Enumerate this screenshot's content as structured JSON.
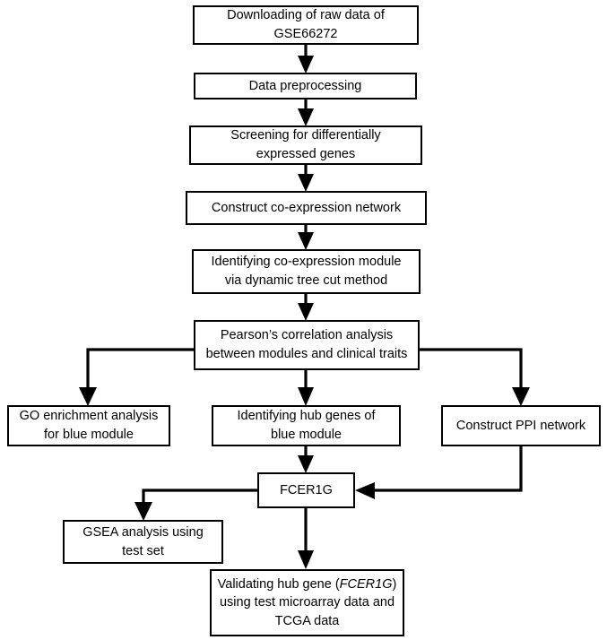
{
  "diagram": {
    "title": "Study workflow flowchart",
    "background_color": "#ffffff",
    "line_color": "#000000",
    "text_color": "#000000"
  },
  "nodes": {
    "download": {
      "label": "Downloading of raw data of\nGSE66272",
      "line1": "Downloading of raw data of",
      "line2": "GSE66272"
    },
    "preprocessing": {
      "label": "Data preprocessing"
    },
    "screening": {
      "label": "Screening for differentially\nexpressed genes",
      "line1": "Screening for differentially",
      "line2": "expressed genes"
    },
    "coexpression_network": {
      "label": "Construct co-expression network"
    },
    "module_identify": {
      "label": "Identifying co-expression module\nvia dynamic tree cut method",
      "line1": "Identifying co-expression module",
      "line2": "via dynamic tree cut method"
    },
    "pearson": {
      "label": "Pearson’s correlation analysis\nbetween modules and clinical traits",
      "line1": "Pearson’s correlation analysis",
      "line2": "between modules and clinical traits"
    },
    "go_enrichment": {
      "label": "GO enrichment analysis\nfor blue module",
      "line1": "GO enrichment analysis",
      "line2": "for blue module"
    },
    "hub_genes": {
      "label": "Identifying hub genes of\nblue module",
      "line1": "Identifying hub genes of",
      "line2": "blue module"
    },
    "ppi_network": {
      "label": "Construct PPI network"
    },
    "fcer1g": {
      "label": "FCER1G"
    },
    "gsea": {
      "label": "GSEA analysis using\ntest set",
      "line1": "GSEA analysis using",
      "line2": "test set"
    },
    "validating": {
      "line1_prefix": "Validating hub gene (",
      "line1_italic": "FCER1G",
      "line1_suffix": ")",
      "line2": "using test microarray data and",
      "line3": "TCGA data"
    }
  },
  "edges": [
    {
      "name": "download-to-preprocessing",
      "from": "download",
      "to": "preprocessing"
    },
    {
      "name": "preprocessing-to-screening",
      "from": "preprocessing",
      "to": "screening"
    },
    {
      "name": "screening-to-coexpression-network",
      "from": "screening",
      "to": "coexpression_network"
    },
    {
      "name": "coexpression-network-to-module-identify",
      "from": "coexpression_network",
      "to": "module_identify"
    },
    {
      "name": "module-identify-to-pearson",
      "from": "module_identify",
      "to": "pearson"
    },
    {
      "name": "pearson-to-go-enrichment",
      "from": "pearson",
      "to": "go_enrichment"
    },
    {
      "name": "pearson-to-hub-genes",
      "from": "pearson",
      "to": "hub_genes"
    },
    {
      "name": "pearson-to-ppi-network",
      "from": "pearson",
      "to": "ppi_network"
    },
    {
      "name": "hub-genes-to-fcer1g",
      "from": "hub_genes",
      "to": "fcer1g"
    },
    {
      "name": "ppi-network-to-fcer1g",
      "from": "ppi_network",
      "to": "fcer1g"
    },
    {
      "name": "fcer1g-to-gsea",
      "from": "fcer1g",
      "to": "gsea"
    },
    {
      "name": "fcer1g-to-validating",
      "from": "fcer1g",
      "to": "validating"
    }
  ]
}
